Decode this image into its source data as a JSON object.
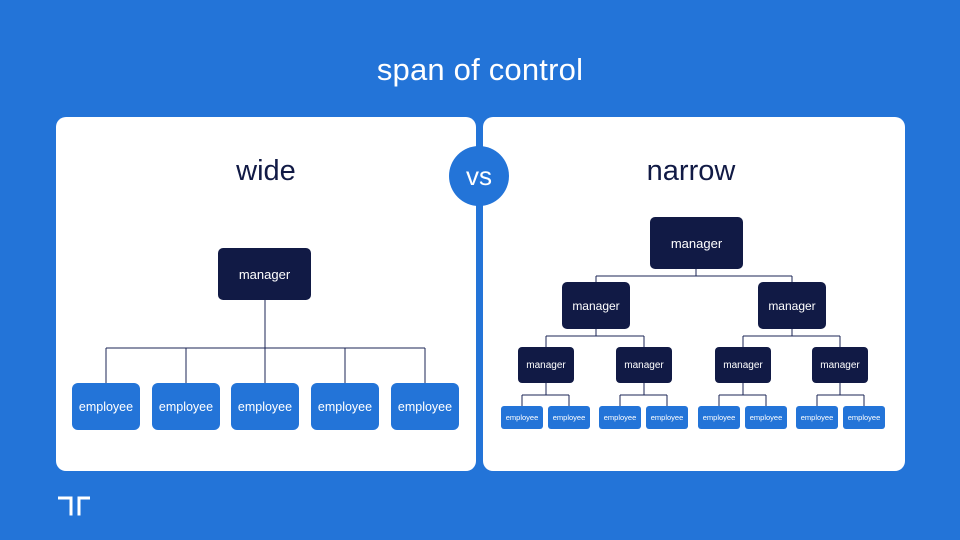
{
  "slide": {
    "title": "span of control",
    "vs_label": "vs"
  },
  "wide": {
    "heading": "wide",
    "manager": "manager",
    "employees": [
      "employee",
      "employee",
      "employee",
      "employee",
      "employee"
    ]
  },
  "narrow": {
    "heading": "narrow",
    "top_manager": "manager",
    "middle_managers": [
      "manager",
      "manager"
    ],
    "line_managers": [
      "manager",
      "manager",
      "manager",
      "manager"
    ],
    "employees": [
      "employee",
      "employee",
      "employee",
      "employee",
      "employee",
      "employee",
      "employee",
      "employee"
    ]
  },
  "colors": {
    "background": "#2374d8",
    "manager_box": "#111a45",
    "employee_box": "#2374d8",
    "connector": "#1b2456"
  }
}
